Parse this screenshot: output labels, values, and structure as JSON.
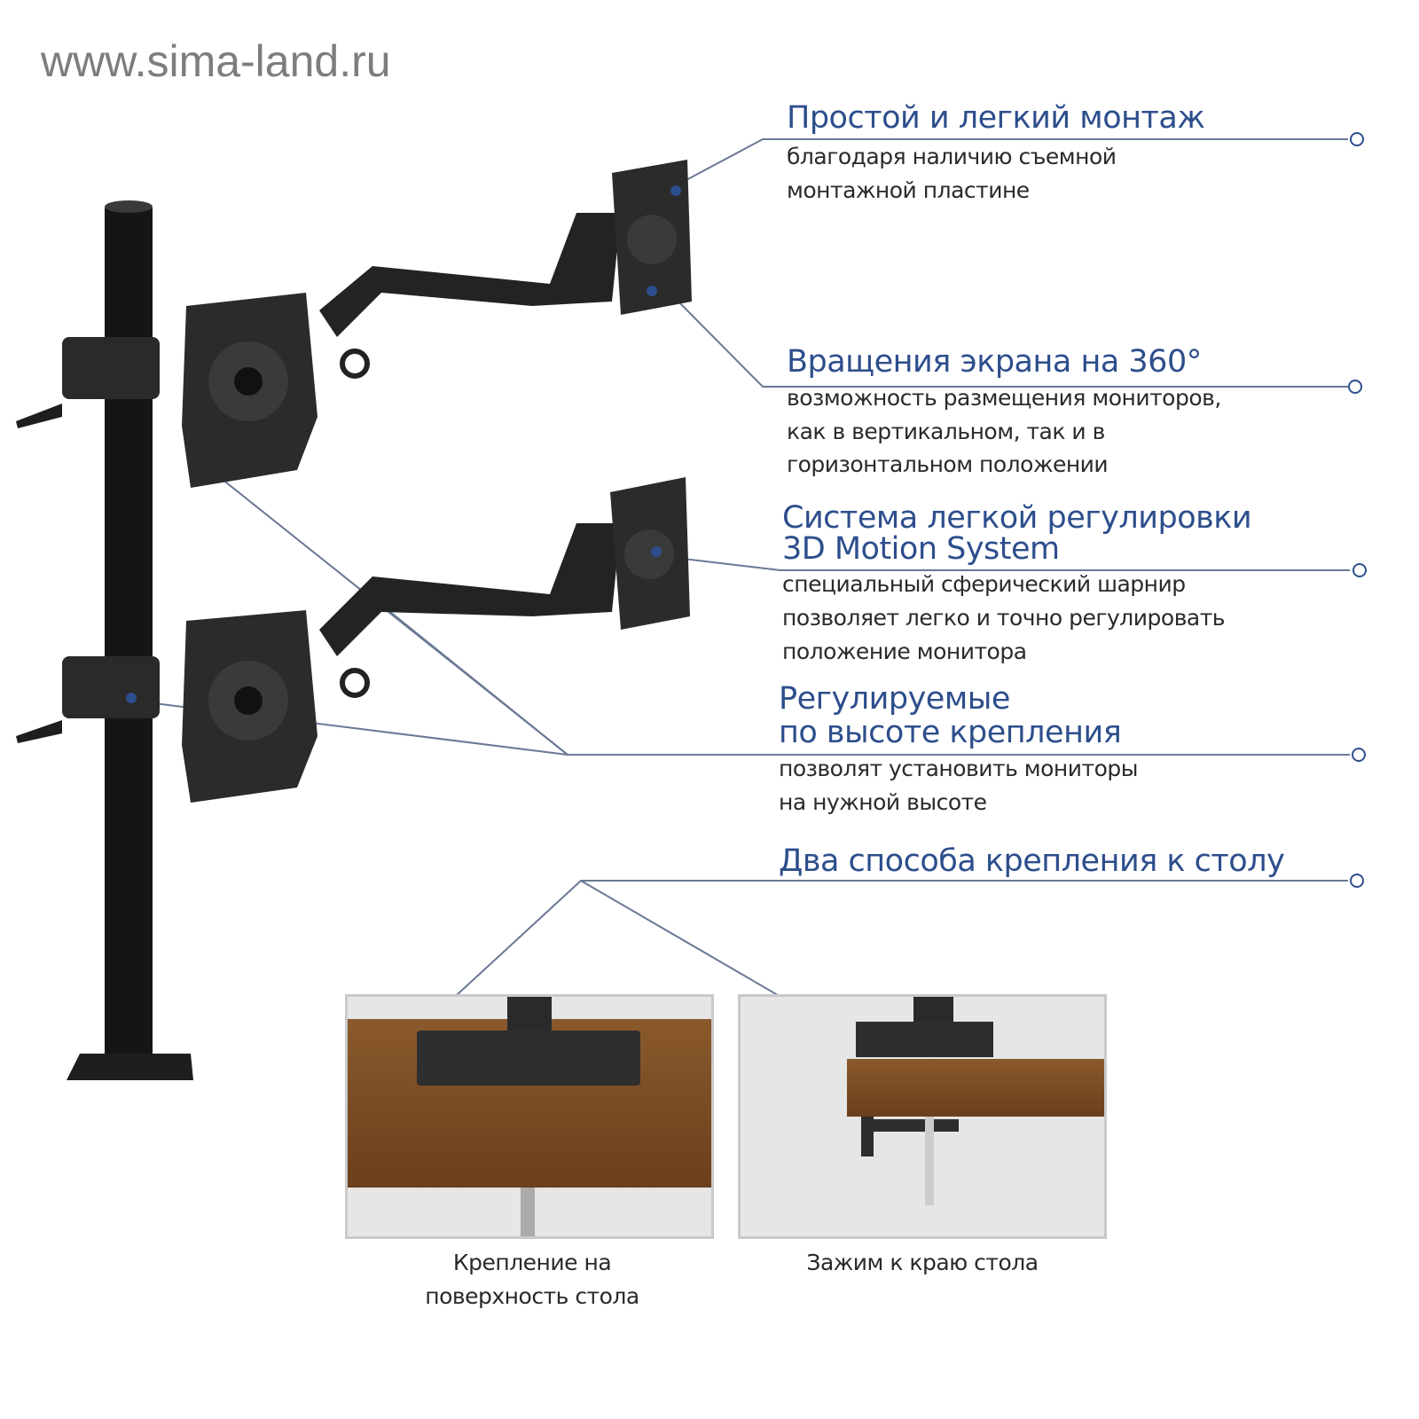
{
  "watermark": "www.sima-land.ru",
  "features": [
    {
      "title": [
        "Простой и легкий монтаж"
      ],
      "body": [
        "благодаря наличию съемной",
        "монтажной пластине"
      ]
    },
    {
      "title": [
        "Вращения экрана на 360°"
      ],
      "body": [
        "возможность размещения мониторов,",
        "как в вертикальном, так и в",
        "горизонтальном положении"
      ]
    },
    {
      "title": [
        "Система легкой регулировки",
        "3D Motion System"
      ],
      "body": [
        "специальный сферический шарнир",
        "позволяет легко и точно регулировать",
        "положение монитора"
      ]
    },
    {
      "title": [
        "Регулируемые",
        "по высоте крепления"
      ],
      "body": [
        "позволят установить мониторы",
        "на нужной высоте"
      ]
    },
    {
      "title": [
        "Два способа крепления к столу"
      ],
      "body": []
    }
  ],
  "mounting_options": [
    {
      "caption": [
        "Крепление на",
        "поверхность стола"
      ]
    },
    {
      "caption": [
        "Зажим к краю стола"
      ]
    }
  ],
  "colors": {
    "title": "#2d4e8c",
    "body": "#2a2a2a",
    "line": "#5a6a8a",
    "wood": "#7a4a22"
  }
}
